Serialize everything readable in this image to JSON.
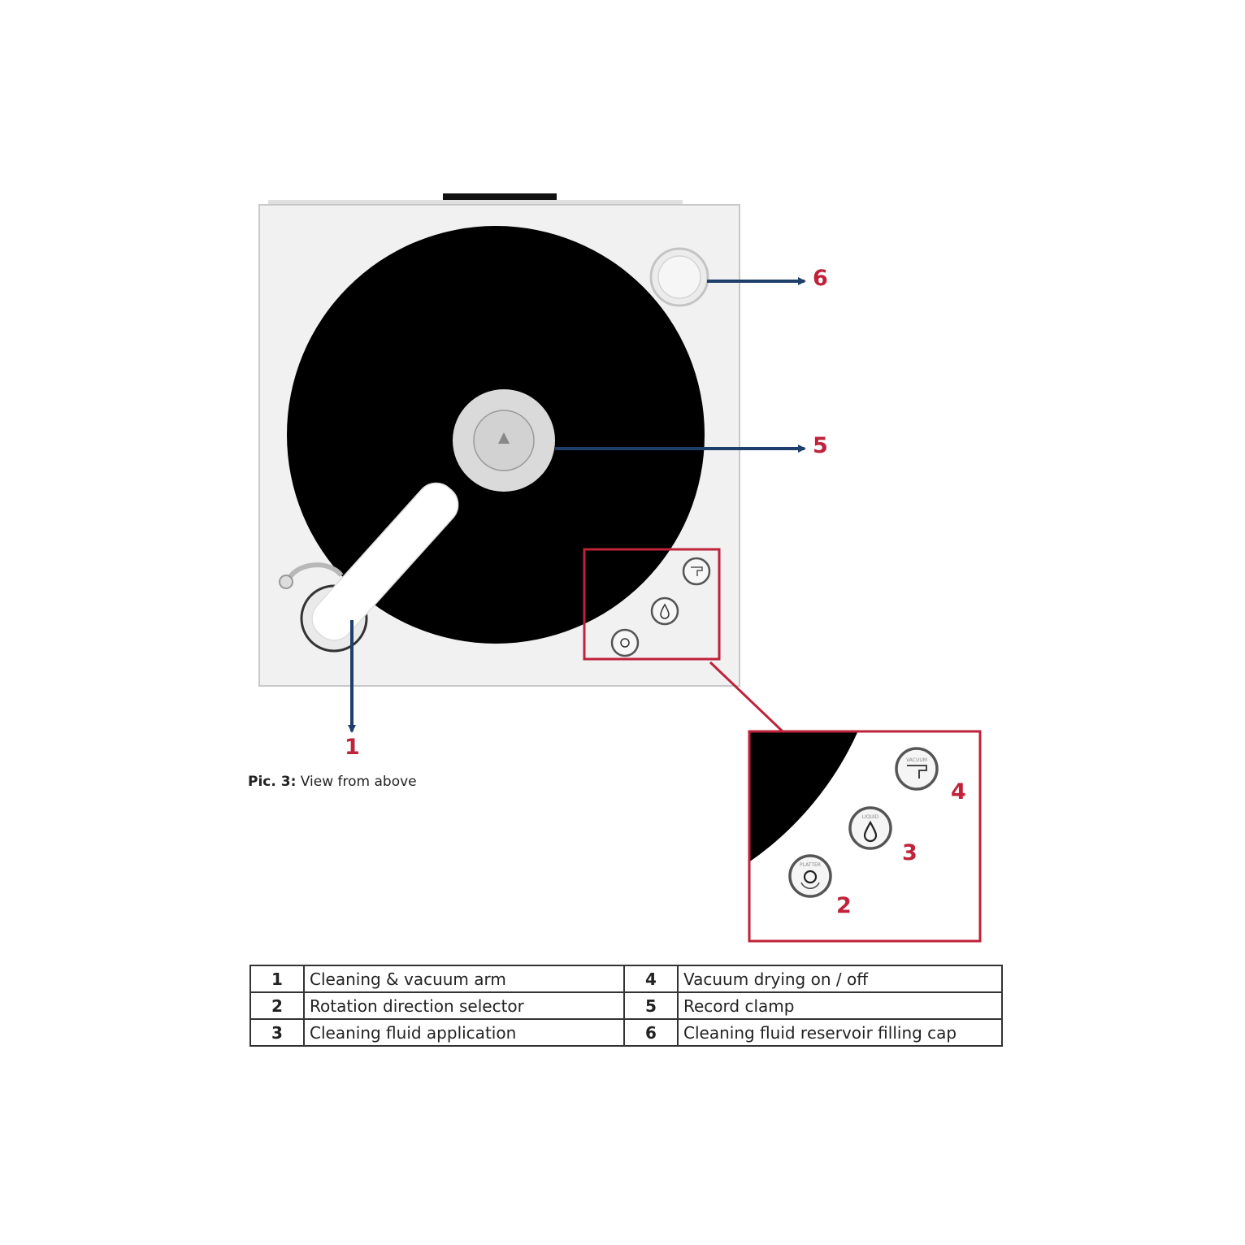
{
  "callouts": {
    "c1": "1",
    "c2": "2",
    "c3": "3",
    "c4": "4",
    "c5": "5",
    "c6": "6"
  },
  "button_labels": {
    "vacuum": "VACUUM",
    "liquid": "LIQUID",
    "platter": "PLATTER"
  },
  "caption": {
    "prefix": "Pic. 3:",
    "text": "View from above"
  },
  "legend": {
    "rows": [
      {
        "left_num": "1",
        "left_text": "Cleaning & vacuum arm",
        "right_num": "4",
        "right_text": "Vacuum drying on / off"
      },
      {
        "left_num": "2",
        "left_text": "Rotation direction selector",
        "right_num": "5",
        "right_text": "Record clamp"
      },
      {
        "left_num": "3",
        "left_text": "Cleaning fluid application",
        "right_num": "6",
        "right_text": "Cleaning fluid reservoir filling cap"
      }
    ]
  },
  "colors": {
    "arrow": "#1f3f6b",
    "callout": "#c0223a",
    "highlight_box": "#c0223a",
    "record": "#000000",
    "housing": "#f1f1f1"
  },
  "icons": [
    "record-clamp-icon",
    "vacuum-icon",
    "droplet-icon",
    "rotation-icon",
    "filling-cap-icon"
  ]
}
